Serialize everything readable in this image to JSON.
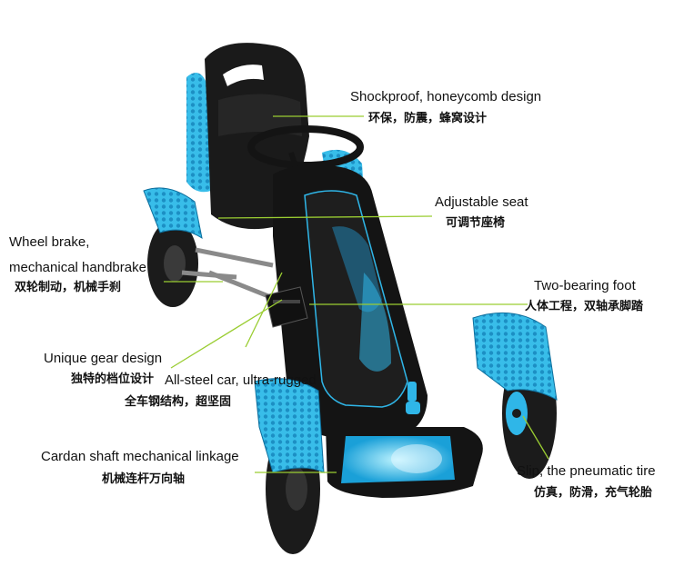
{
  "callouts": {
    "shockproof": {
      "en": "Shockproof, honeycomb design",
      "zh": "环保，防震，蜂窝设计"
    },
    "seat": {
      "en": "Adjustable seat",
      "zh": "可调节座椅"
    },
    "brake": {
      "en1": "Wheel brake,",
      "en2": "mechanical handbrake",
      "zh": "双轮制动，机械手刹"
    },
    "foot": {
      "en": "Two-bearing foot",
      "zh": "人体工程，双轴承脚踏"
    },
    "gear": {
      "en": "Unique gear design",
      "zh": "独特的档位设计"
    },
    "steel": {
      "en": "All-steel car, ultra-rugged",
      "zh": "全车钢结构，超坚固"
    },
    "cardan": {
      "en": "Cardan shaft mechanical linkage",
      "zh": "机械连杆万向轴"
    },
    "tire": {
      "en": "Slip, the pneumatic tire",
      "zh": "仿真，防滑，充气轮胎"
    }
  },
  "colors": {
    "body_blue": "#2fb6e8",
    "frame_black": "#141414",
    "leader_line": "#9acd32"
  },
  "icons": [
    "go-kart-illustration"
  ]
}
